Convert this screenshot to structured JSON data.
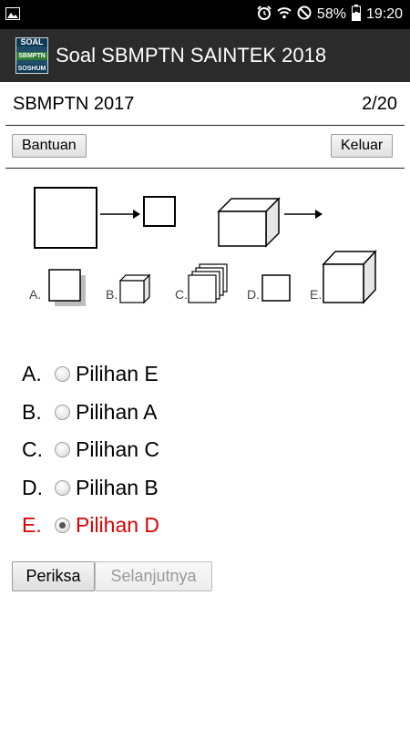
{
  "status_bar": {
    "battery": "58%",
    "time": "19:20",
    "icons": [
      "image-icon",
      "alarm-icon",
      "wifi-icon",
      "do-not-disturb-icon",
      "battery-charging-icon"
    ]
  },
  "app_bar": {
    "title": "Soal SBMPTN SAINTEK 2018",
    "logo_lines": [
      "SOAL",
      "SBMPTN",
      "SOSHUM"
    ]
  },
  "question_header": {
    "exam": "SBMPTN 2017",
    "progress": "2/20"
  },
  "toolbar": {
    "help_label": "Bantuan",
    "exit_label": "Keluar"
  },
  "figure": {
    "choice_labels": [
      "A.",
      "B.",
      "C.",
      "D.",
      "E."
    ]
  },
  "options": [
    {
      "letter": "A.",
      "text": "Pilihan E",
      "selected": false
    },
    {
      "letter": "B.",
      "text": "Pilihan A",
      "selected": false
    },
    {
      "letter": "C.",
      "text": "Pilihan C",
      "selected": false
    },
    {
      "letter": "D.",
      "text": "Pilihan B",
      "selected": false
    },
    {
      "letter": "E.",
      "text": "Pilihan D",
      "selected": true
    }
  ],
  "actions": {
    "check_label": "Periksa",
    "next_label": "Selanjutnya",
    "next_enabled": false
  },
  "colors": {
    "selected_text": "#e00000",
    "app_bar": "#2b2b2b",
    "status_bar": "#000000"
  }
}
